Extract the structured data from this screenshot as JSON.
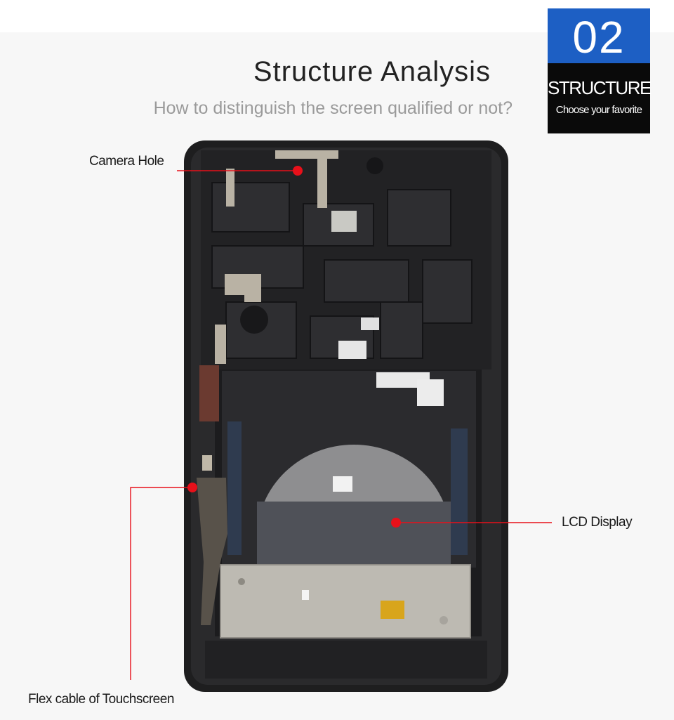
{
  "badge": {
    "number": "02",
    "title": "STRUCTURE",
    "subtitle": "Choose your favorite"
  },
  "header": {
    "title": "Structure Analysis",
    "subtitle": "How to distinguish the screen qualified or not?"
  },
  "callouts": {
    "camera": "Camera Hole",
    "lcd": "LCD Display",
    "flex": "Flex cable of Touchscreen"
  },
  "colors": {
    "badge_blue": "#1d5fc4",
    "badge_black": "#0a0a0a",
    "marker_red": "#e8101a",
    "bezel": "#1e1e1f"
  }
}
